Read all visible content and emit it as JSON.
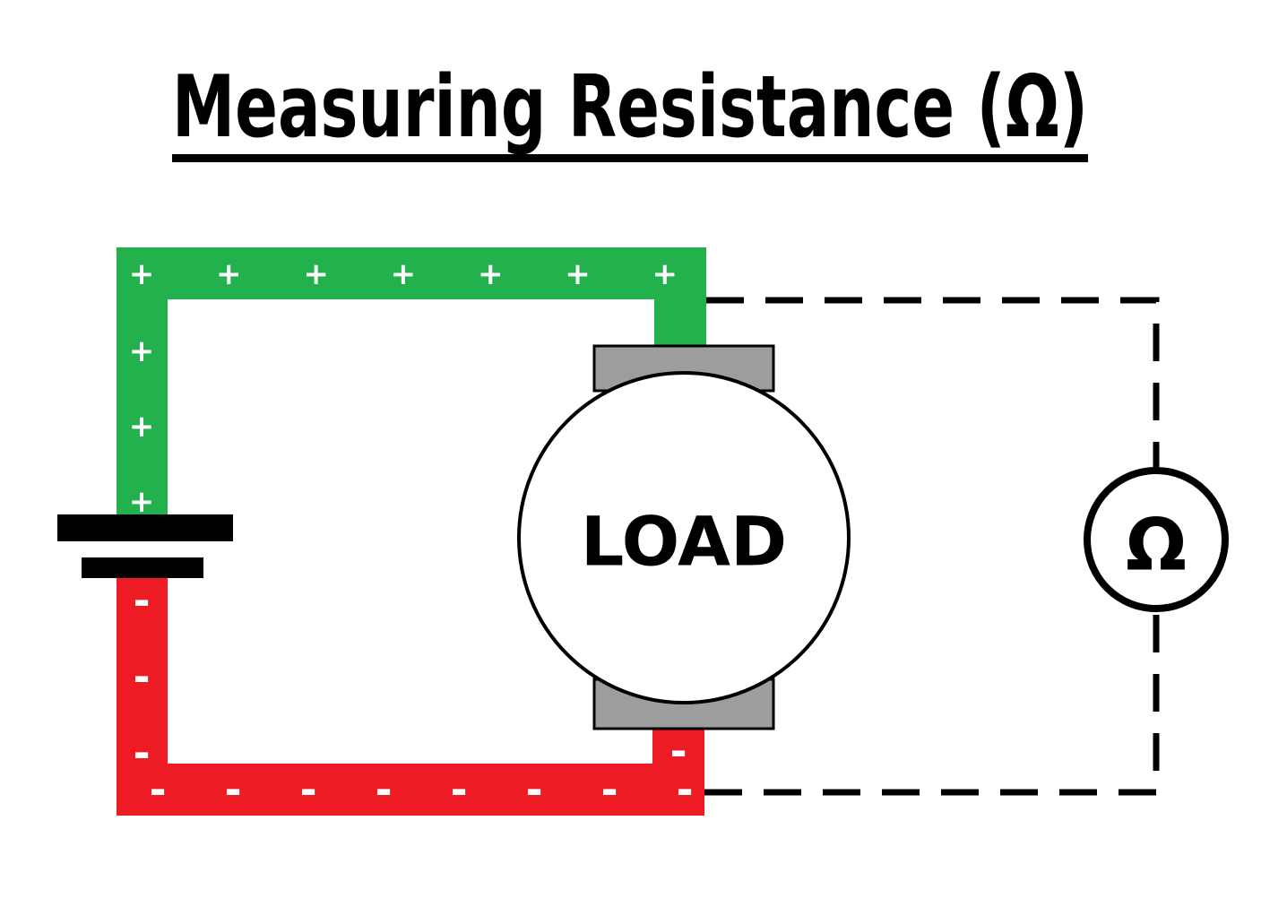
{
  "title": "Measuring Resistance (Ω)",
  "load": {
    "label": "LOAD"
  },
  "meter": {
    "symbol": "Ω"
  },
  "colors": {
    "positive_wire": "#22b14c",
    "negative_wire": "#ed1c24",
    "terminal": "#9d9d9d",
    "symbol": "#ffffff",
    "ink": "#000000"
  },
  "wires": {
    "positive": {
      "symbol": "+",
      "horizontal_count": 7,
      "vertical_count": 3
    },
    "negative": {
      "symbol": "-",
      "horizontal_count": 8,
      "vertical_count": 3,
      "stub_count": 1
    }
  }
}
